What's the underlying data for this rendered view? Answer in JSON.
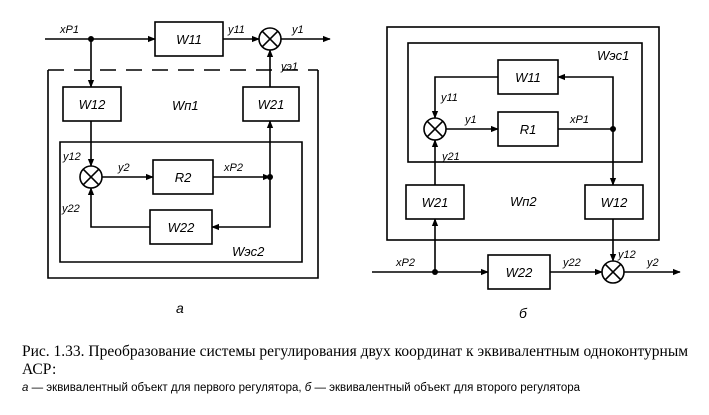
{
  "diagram_a": {
    "blocks": {
      "w11": "W11",
      "w12": "W12",
      "w21": "W21",
      "r2": "R2",
      "w22": "W22"
    },
    "signals": {
      "xp1": "xP1",
      "y11": "y11",
      "y1": "y1",
      "ye1": "yэ1",
      "y12": "y12",
      "y2": "y2",
      "xp2": "xP2",
      "y22": "y22"
    },
    "inner_label": "Wп1",
    "eq_label": "Wэс2",
    "panel_label": "а"
  },
  "diagram_b": {
    "blocks": {
      "w11": "W11",
      "r1": "R1",
      "w21": "W21",
      "w12": "W12",
      "w22": "W22"
    },
    "signals": {
      "y11": "y11",
      "y1": "y1",
      "xp1": "xP1",
      "y21": "y21",
      "xp2": "xP2",
      "y22": "y22",
      "y12": "y12",
      "y2": "y2"
    },
    "eq_label": "Wэс1",
    "inner_label": "Wп2",
    "panel_label": "б"
  },
  "caption": {
    "main": "Рис. 1.33. Преобразование системы регулирования двух координат к эквивалентным одноконтурным АСР:",
    "sub_a_letter": "а",
    "sub_a_text": " — эквивалентный объект для первого регулятора, ",
    "sub_b_letter": "б",
    "sub_b_text": " — эквивалентный объект для второго регулятора"
  }
}
